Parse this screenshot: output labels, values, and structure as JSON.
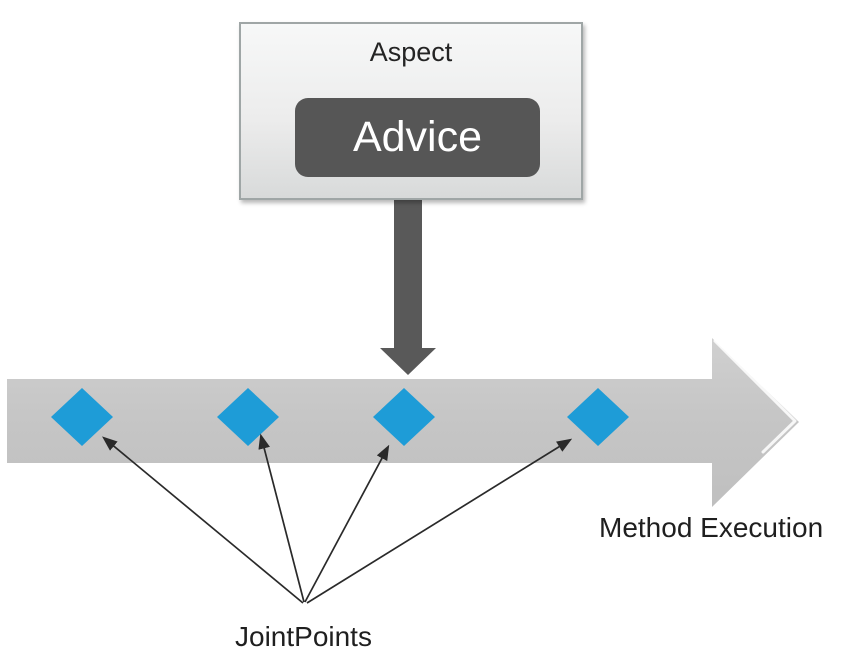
{
  "diagram": {
    "aspect_box": {
      "title": "Aspect",
      "advice_label": "Advice"
    },
    "labels": {
      "method_execution": "Method Execution",
      "jointpoints": "JointPoints"
    },
    "jointpoint_count": 4
  },
  "icons": {
    "down_arrow": "advice-applied-down-arrow-icon",
    "big_arrow": "method-execution-arrow-icon",
    "diamond": "jointpoint-diamond-icon"
  },
  "colors": {
    "diamond-blue": "#1e9cd7",
    "dark-arrow": "#595959",
    "band-gray": "#c6c6c6",
    "advice-bg": "#565656",
    "box-border": "#9fa6a6",
    "text-dark": "#1f1f1f"
  }
}
